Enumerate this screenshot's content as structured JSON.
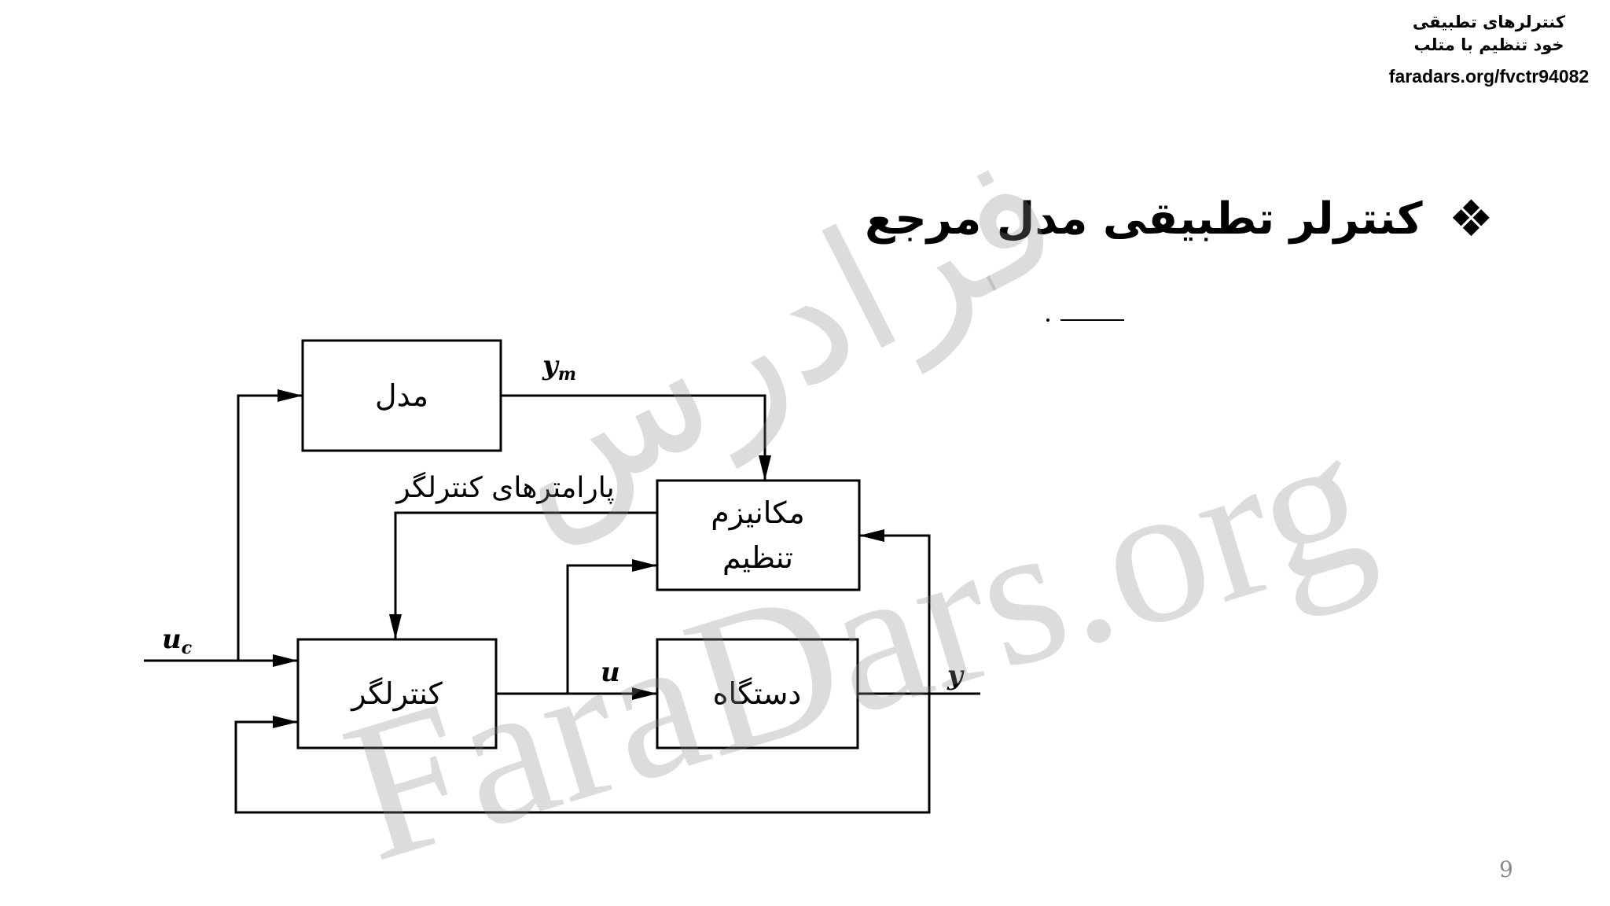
{
  "header": {
    "course_title_line1": "کنترلرهای تطبیقی",
    "course_title_line2": "خود تنظیم با متلب",
    "course_url": "faradars.org/fvctr94082"
  },
  "slide": {
    "bullet_icon": "diamond-bullet-icon",
    "bullet_glyph": "❖",
    "title": "کنترلر تطبیقی مدل مرجع",
    "page_number": "9"
  },
  "diagram": {
    "blocks": {
      "model": "مدل",
      "adjustment_mechanism": [
        "مکانیزم",
        "تنظیم"
      ],
      "controller": "کنترلگر",
      "plant": "دستگاه"
    },
    "signals": {
      "command": {
        "base": "u",
        "sub": "c"
      },
      "model_output": {
        "base": "y",
        "sub": "m"
      },
      "control": "u",
      "output": "y",
      "controller_parameters": "پارامترهای کنترلگر"
    }
  },
  "watermark": {
    "latin": "FaraDars.org",
    "persian": "فرادرس"
  },
  "colors": {
    "ink": "#000000",
    "background": "#ffffff",
    "watermark": "rgba(140,140,140,0.30)",
    "page_number": "#8a8a8a"
  }
}
